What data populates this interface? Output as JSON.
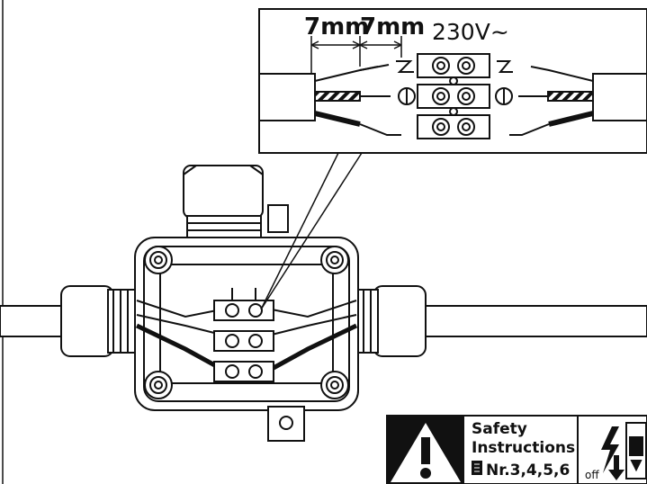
{
  "inset": {
    "strip_length_left": "7mm",
    "strip_length_right": "7mm",
    "voltage": "230V~"
  },
  "safety": {
    "line1": "Safety",
    "line2": "Instructions",
    "line3": "Nr.3,4,5,6",
    "switch_label": "off"
  },
  "colors": {
    "ink": "#111111",
    "paper": "#ffffff"
  }
}
